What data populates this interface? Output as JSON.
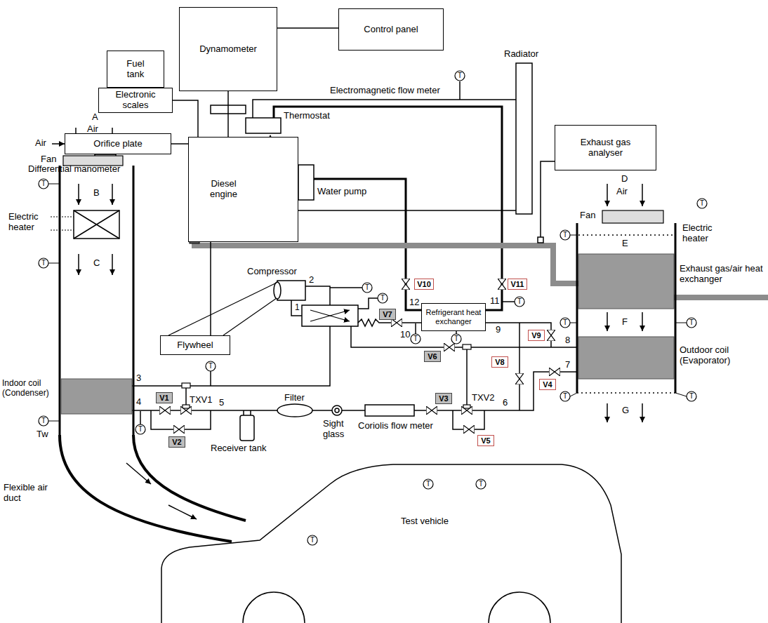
{
  "diagram": {
    "nodes": [
      {
        "text": [
          "Dynamometer"
        ]
      },
      {
        "text": [
          "Control panel"
        ]
      },
      {
        "text": [
          "Fuel tank"
        ]
      },
      {
        "text": [
          "Electronic scales"
        ]
      },
      {
        "text": [
          "Orifice plate"
        ]
      },
      {
        "text": [
          "Diesel engine"
        ]
      },
      {
        "text": [
          "Exhaust gas analyser"
        ]
      },
      {
        "text": [
          "V10"
        ]
      },
      {
        "text": [
          "V11"
        ]
      },
      {
        "text": [
          "Refrigerant heat exchanger"
        ]
      },
      {
        "text": [
          "V7"
        ]
      },
      {
        "text": [
          "V9"
        ]
      },
      {
        "text": [
          "Flywheel"
        ]
      },
      {
        "text": [
          "V8"
        ]
      },
      {
        "text": [
          "V6"
        ]
      },
      {
        "text": [
          "V1"
        ]
      },
      {
        "text": [
          "V3"
        ]
      },
      {
        "text": [
          "V4"
        ]
      },
      {
        "text": [
          "V2"
        ]
      },
      {
        "text": [
          "V5"
        ]
      },
      {
        "text": [
          "Test vehicle"
        ]
      }
    ],
    "edges": [
      {
        "from": 0,
        "to": 1,
        "arrow": "none"
      },
      {
        "from": 0,
        "to": 5,
        "arrow": "none"
      },
      {
        "from": 3,
        "to": 5,
        "arrow": "none"
      },
      {
        "from": 4,
        "to": 5,
        "arrow": "none"
      },
      {
        "from": 5,
        "to": 12,
        "arrow": "none"
      }
    ],
    "labels": [
      "Electromagnetic flow meter",
      "T",
      "Radiator",
      "Thermostat",
      "Air",
      "Differential manometer",
      "Water pump",
      "A",
      "Air",
      "Fan",
      "B",
      "T",
      "Electric heater",
      "C",
      "T",
      "Indoor coil (Condenser)",
      "3",
      "T",
      "T",
      "Tw",
      "4",
      "T",
      "Flexible air duct",
      "Compressor",
      "2",
      "1",
      "T",
      "T",
      "12",
      "11",
      "T",
      "10",
      "T",
      "9",
      "T",
      "8",
      "7",
      "TXV1",
      "5",
      "Receiver tank",
      "Filter",
      "Sight glass",
      "Coriolis flow meter",
      "TXV2",
      "6",
      "D",
      "Air",
      "T",
      "Fan",
      "Electric heater",
      "T",
      "E",
      "Exhaust gas/air heat exchanger",
      "F",
      "T",
      "T",
      "Outdoor coil (Evaporator)",
      "T",
      "T",
      "G",
      "T",
      "T",
      "T"
    ]
  }
}
